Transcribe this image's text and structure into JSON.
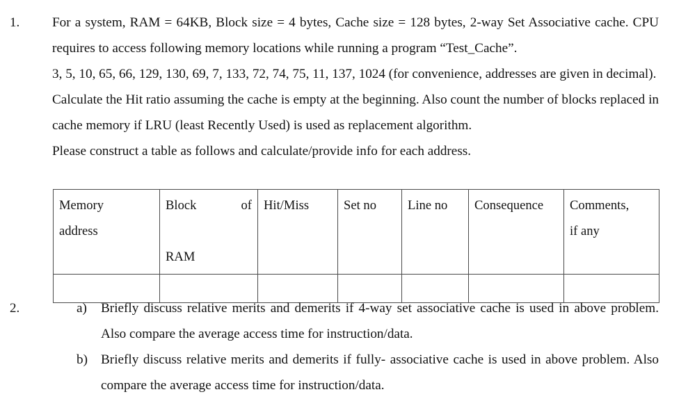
{
  "document": {
    "background_color": "#ffffff",
    "text_color": "#111111",
    "border_color": "#4a4a4a"
  },
  "questions": [
    {
      "number": "1.",
      "paragraphs": [
        "For a system, RAM = 64KB, Block size = 4 bytes, Cache size = 128 bytes, 2-way Set Associative cache. CPU requires to access following memory locations while running a program “Test_Cache”.",
        "3, 5, 10, 65, 66, 129, 130, 69, 7, 133, 72, 74, 75, 11, 137, 1024 (for convenience, addresses are given in decimal).",
        "Calculate the Hit ratio assuming the cache is empty at the beginning. Also count the number of blocks replaced in cache memory if LRU (least Recently Used) is used as replacement algorithm.",
        "Please construct a table as follows and calculate/provide info for each address."
      ]
    },
    {
      "number": "2.",
      "subitems": [
        {
          "marker": "a)",
          "text": "Briefly discuss relative merits and demerits if 4-way set associative cache is used in above problem. Also compare the average access time for instruction/data."
        },
        {
          "marker": "b)",
          "text": "Briefly discuss relative merits and demerits if fully- associative cache is used in above problem. Also compare the average access time for instruction/data."
        }
      ]
    }
  ],
  "table": {
    "headers": [
      {
        "lines": [
          "Memory",
          "address"
        ],
        "justified": false
      },
      {
        "lines": [
          "Block",
          "of",
          "RAM"
        ],
        "justified": true
      },
      {
        "lines": [
          "Hit/Miss"
        ],
        "justified": false
      },
      {
        "lines": [
          "Set no"
        ],
        "justified": false
      },
      {
        "lines": [
          "Line no"
        ],
        "justified": false
      },
      {
        "lines": [
          "Consequence"
        ],
        "justified": false
      },
      {
        "lines": [
          "Comments,",
          "if any"
        ],
        "justified": false
      }
    ],
    "empty_row_cells": [
      "",
      "",
      "",
      "",
      "",
      "",
      ""
    ]
  }
}
